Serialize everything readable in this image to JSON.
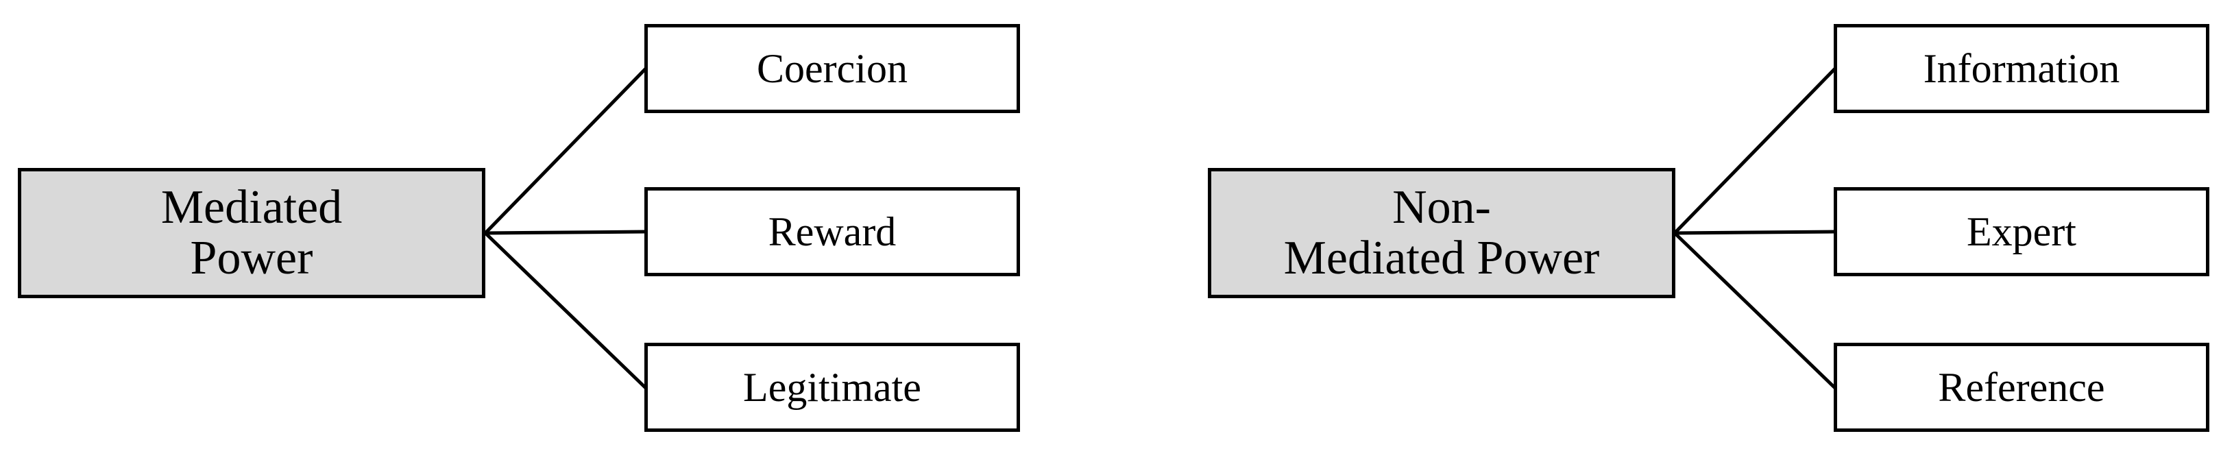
{
  "colors": {
    "root_fill": "#d9d9d9",
    "leaf_fill": "#ffffff",
    "stroke": "#000000"
  },
  "groups": [
    {
      "root": {
        "lines": [
          "Mediated",
          "Power"
        ]
      },
      "children": [
        "Coercion",
        "Reward",
        "Legitimate"
      ]
    },
    {
      "root": {
        "lines": [
          "Non-",
          "Mediated Power"
        ]
      },
      "children": [
        "Information",
        "Expert",
        "Reference"
      ]
    }
  ]
}
